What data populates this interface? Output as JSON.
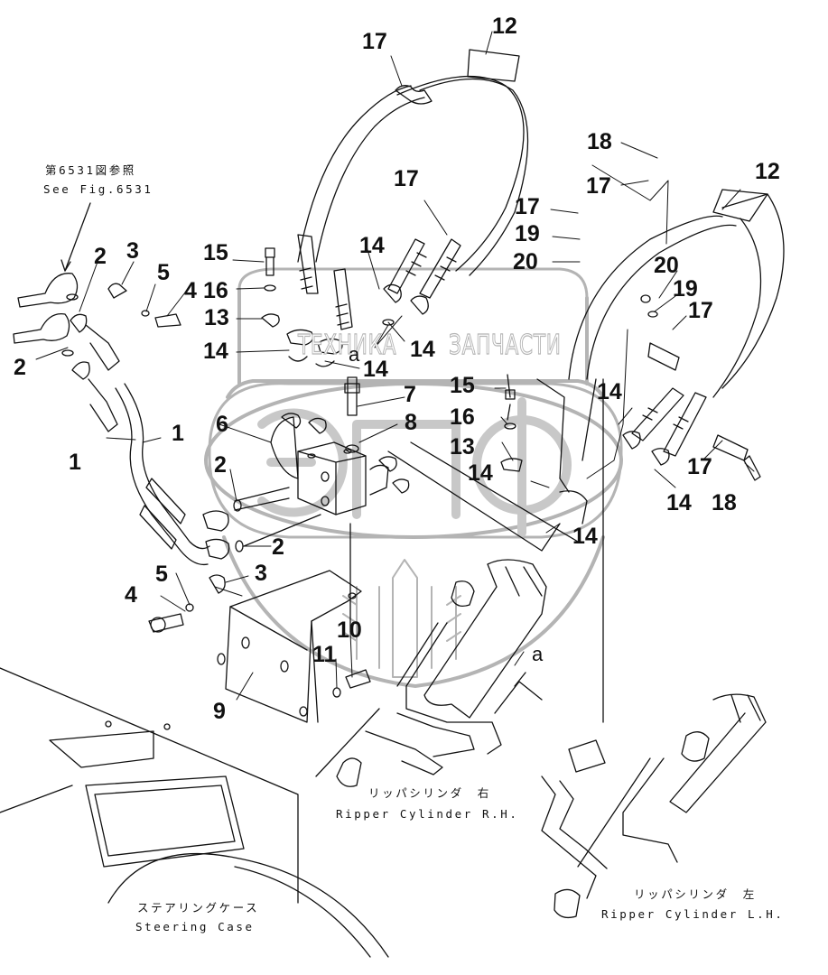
{
  "diagram": {
    "type": "exploded parts diagram",
    "subject": "Ripper hydraulic piping (hoses, block, bracket)",
    "watermark": {
      "left_text": "ТЕХНИКА",
      "right_text": "ЗАПЧАСТИ",
      "logo_letters": "эпф",
      "color": "#b4b4b4"
    },
    "line_color": "#111111",
    "background": "#ffffff"
  },
  "notes": {
    "see_fig_jp": "第6531図参照",
    "see_fig_en": "See Fig.6531",
    "ripper_rh_jp": "リッパシリンダ　右",
    "ripper_rh_en": "Ripper Cylinder R.H.",
    "ripper_lh_jp": "リッパシリンダ　左",
    "ripper_lh_en": "Ripper Cylinder L.H.",
    "steering_jp": "ステアリングケース",
    "steering_en": "Steering Case",
    "ref_a": "a"
  },
  "callouts": [
    {
      "id": "c1a",
      "label": "1"
    },
    {
      "id": "c1b",
      "label": "1"
    },
    {
      "id": "c2a",
      "label": "2"
    },
    {
      "id": "c2b",
      "label": "2"
    },
    {
      "id": "c2c",
      "label": "2"
    },
    {
      "id": "c2d",
      "label": "2"
    },
    {
      "id": "c3a",
      "label": "3"
    },
    {
      "id": "c3b",
      "label": "3"
    },
    {
      "id": "c4a",
      "label": "4"
    },
    {
      "id": "c4b",
      "label": "4"
    },
    {
      "id": "c5a",
      "label": "5"
    },
    {
      "id": "c5b",
      "label": "5"
    },
    {
      "id": "c6",
      "label": "6"
    },
    {
      "id": "c7",
      "label": "7"
    },
    {
      "id": "c8",
      "label": "8"
    },
    {
      "id": "c9",
      "label": "9"
    },
    {
      "id": "c10",
      "label": "10"
    },
    {
      "id": "c11",
      "label": "11"
    },
    {
      "id": "c12a",
      "label": "12"
    },
    {
      "id": "c12b",
      "label": "12"
    },
    {
      "id": "c13a",
      "label": "13"
    },
    {
      "id": "c13b",
      "label": "13"
    },
    {
      "id": "c14a",
      "label": "14"
    },
    {
      "id": "c14b",
      "label": "14"
    },
    {
      "id": "c14c",
      "label": "14"
    },
    {
      "id": "c14d",
      "label": "14"
    },
    {
      "id": "c14e",
      "label": "14"
    },
    {
      "id": "c14f",
      "label": "14"
    },
    {
      "id": "c14g",
      "label": "14"
    },
    {
      "id": "c14h",
      "label": "14"
    },
    {
      "id": "c15a",
      "label": "15"
    },
    {
      "id": "c15b",
      "label": "15"
    },
    {
      "id": "c16a",
      "label": "16"
    },
    {
      "id": "c16b",
      "label": "16"
    },
    {
      "id": "c17a",
      "label": "17"
    },
    {
      "id": "c17b",
      "label": "17"
    },
    {
      "id": "c17c",
      "label": "17"
    },
    {
      "id": "c17d",
      "label": "17"
    },
    {
      "id": "c17e",
      "label": "17"
    },
    {
      "id": "c17f",
      "label": "17"
    },
    {
      "id": "c18a",
      "label": "18"
    },
    {
      "id": "c18b",
      "label": "18"
    },
    {
      "id": "c19a",
      "label": "19"
    },
    {
      "id": "c19b",
      "label": "19"
    },
    {
      "id": "c20a",
      "label": "20"
    },
    {
      "id": "c20b",
      "label": "20"
    }
  ]
}
